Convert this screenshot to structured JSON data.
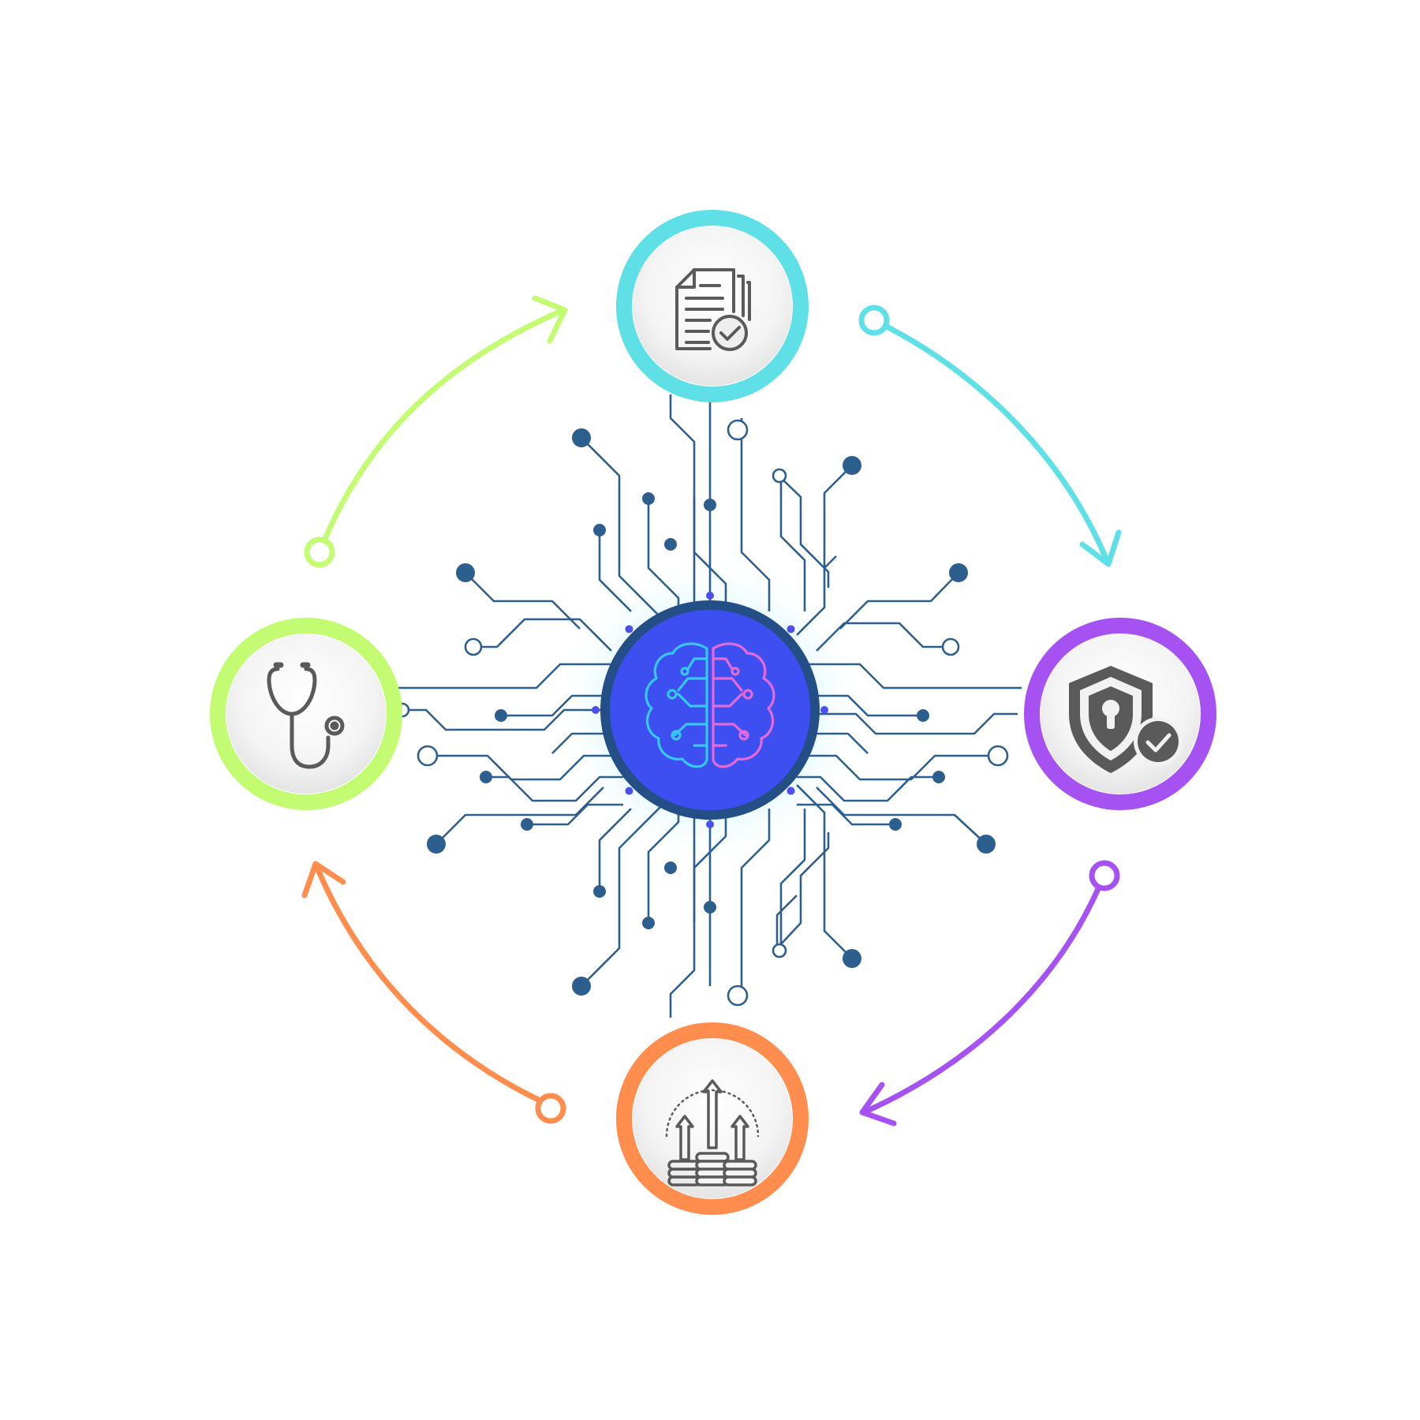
{
  "diagram": {
    "center": {
      "icon": "brain-circuit-icon",
      "fill": "#3d4ff0",
      "ring": "#244f86",
      "glow": "#8be4ff",
      "left_color": "#36c8f0",
      "right_color": "#e56ad8"
    },
    "circuit_color": "#2d5f8e",
    "nodes": [
      {
        "id": "compliance",
        "icon": "document-check-icon",
        "ring_color": "#5ee0e6"
      },
      {
        "id": "security",
        "icon": "shield-lock-check-icon",
        "ring_color": "#a652f2"
      },
      {
        "id": "growth",
        "icon": "coins-growth-arrows-icon",
        "ring_color": "#ff8d4e"
      },
      {
        "id": "health",
        "icon": "stethoscope-icon",
        "ring_color": "#c3fb72"
      }
    ],
    "arrows": [
      {
        "from": "health",
        "to": "compliance",
        "color": "#c3fb72"
      },
      {
        "from": "compliance",
        "to": "security",
        "color": "#5ee0e6"
      },
      {
        "from": "security",
        "to": "growth",
        "color": "#a652f2"
      },
      {
        "from": "growth",
        "to": "health",
        "color": "#ff8d4e"
      }
    ],
    "icon_color": "#5a5a5a"
  }
}
